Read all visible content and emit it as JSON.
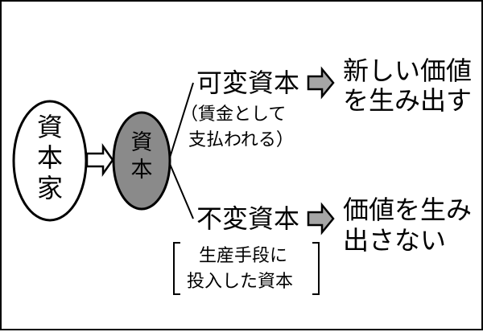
{
  "diagram": {
    "capitalist": {
      "label": [
        "資",
        "本",
        "家"
      ]
    },
    "capital": {
      "label": [
        "資",
        "本"
      ]
    },
    "variable": {
      "title": "可変資本",
      "note_lines": [
        "（賃金として",
        "支払われる）"
      ],
      "result_lines": [
        "新しい価値",
        "を生み出す"
      ]
    },
    "constant": {
      "title": "不変資本",
      "note_lines": [
        "生産手段に",
        "投入した資本"
      ],
      "result_lines": [
        "価値を生み",
        "出さない"
      ]
    },
    "colors": {
      "capital_fill": "#8a8a8a",
      "arrow_fill": "#a6a6a6",
      "line": "#000000"
    },
    "icons": [
      "hollow-right-arrow",
      "gray-block-arrow"
    ]
  }
}
